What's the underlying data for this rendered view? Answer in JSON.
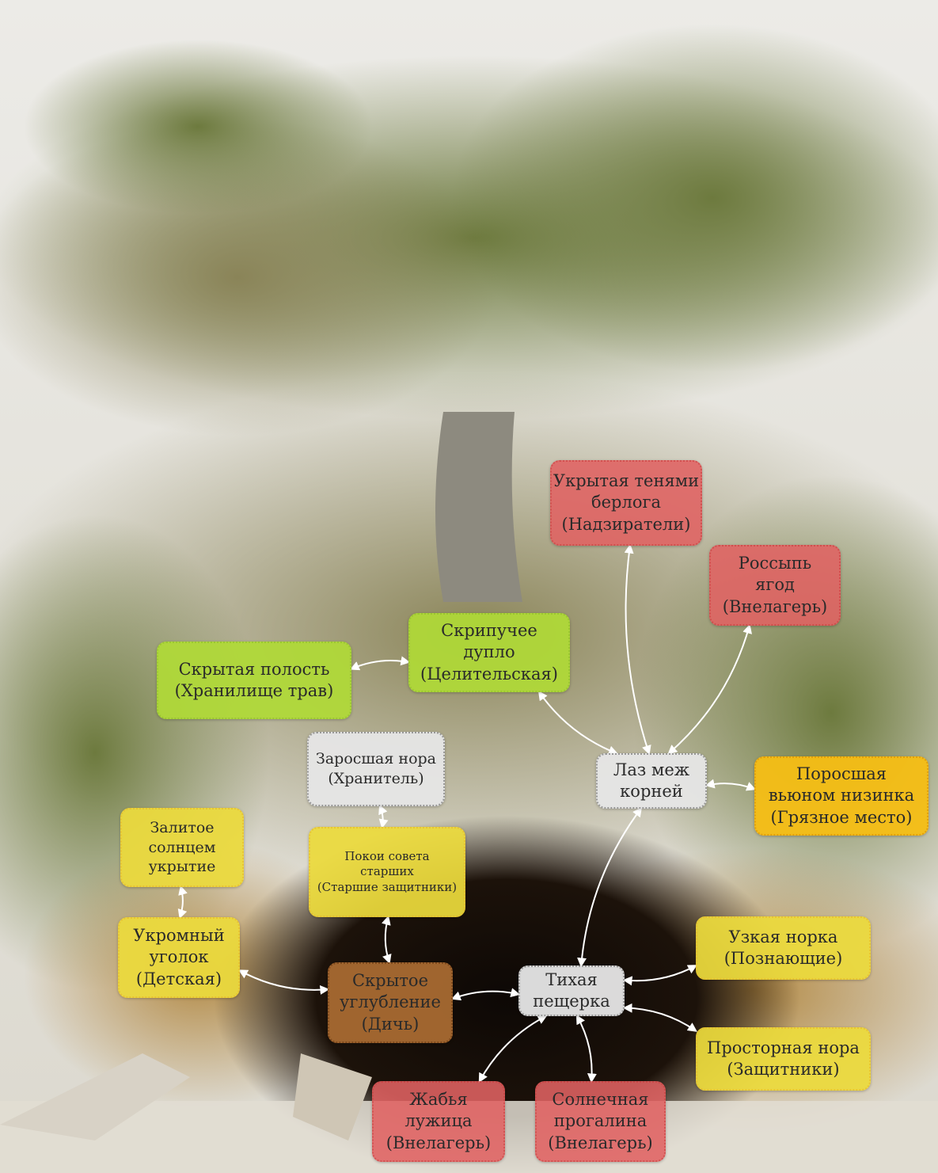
{
  "colors": {
    "outsider": "#e06262",
    "healer": "#b0da36",
    "neutral": "#e6e6e6",
    "dirty": "#f6be14",
    "camp": "#ecda3c",
    "prey": "#a86a32",
    "arrow": "#ffffff"
  },
  "nodes": {
    "shadow_den": {
      "text": "Укрытая тенями\nберлога\n(Надзиратели)",
      "group": "outsider"
    },
    "berry_scatter": {
      "text": "Россыпь\nягод\n(Внелагерь)",
      "group": "outsider"
    },
    "hidden_cavity": {
      "text": "Скрытая полость\n(Хранилище трав)",
      "group": "healer"
    },
    "creaky_hollow": {
      "text": "Скрипучее\nдупло\n(Целительская)",
      "group": "healer"
    },
    "overgrown_burrow": {
      "text": "Заросшая нора\n(Хранитель)",
      "group": "neutral"
    },
    "root_passage": {
      "text": "Лаз меж\nкорней",
      "group": "neutral"
    },
    "vine_lowland": {
      "text": "Поросшая\nвьюном низинка\n(Грязное место)",
      "group": "dirty"
    },
    "sunlit_shelter": {
      "text": "Залитое\nсолнцем\nукрытие",
      "group": "camp"
    },
    "elders_chamber": {
      "text": "Покои совета\nстарших\n(Старшие защитники)",
      "group": "camp"
    },
    "secluded_corner": {
      "text": "Укромный\nуголок\n(Детская)",
      "group": "camp"
    },
    "hidden_hollow": {
      "text": "Скрытое\nуглубление\n(Дичь)",
      "group": "prey"
    },
    "quiet_cave": {
      "text": "Тихая\nпещерка",
      "group": "neutral"
    },
    "narrow_burrow": {
      "text": "Узкая норка\n(Познающие)",
      "group": "camp"
    },
    "spacious_burrow": {
      "text": "Просторная нора\n(Защитники)",
      "group": "camp"
    },
    "frog_puddle": {
      "text": "Жабья\nлужица\n(Внелагерь)",
      "group": "outsider"
    },
    "sunny_glade": {
      "text": "Солнечная\nпрогалина\n(Внелагерь)",
      "group": "outsider"
    }
  },
  "edges": [
    {
      "from": "hidden_cavity",
      "to": "creaky_hollow",
      "type": "both"
    },
    {
      "from": "creaky_hollow",
      "to": "root_passage",
      "type": "both"
    },
    {
      "from": "root_passage",
      "to": "shadow_den",
      "type": "both"
    },
    {
      "from": "root_passage",
      "to": "berry_scatter",
      "type": "both"
    },
    {
      "from": "root_passage",
      "to": "vine_lowland",
      "type": "both"
    },
    {
      "from": "root_passage",
      "to": "quiet_cave",
      "type": "both"
    },
    {
      "from": "overgrown_burrow",
      "to": "elders_chamber",
      "type": "both"
    },
    {
      "from": "elders_chamber",
      "to": "hidden_hollow",
      "type": "both"
    },
    {
      "from": "sunlit_shelter",
      "to": "secluded_corner",
      "type": "both"
    },
    {
      "from": "secluded_corner",
      "to": "hidden_hollow",
      "type": "both"
    },
    {
      "from": "hidden_hollow",
      "to": "quiet_cave",
      "type": "both"
    },
    {
      "from": "quiet_cave",
      "to": "narrow_burrow",
      "type": "both"
    },
    {
      "from": "quiet_cave",
      "to": "spacious_burrow",
      "type": "both"
    },
    {
      "from": "quiet_cave",
      "to": "frog_puddle",
      "type": "both"
    },
    {
      "from": "quiet_cave",
      "to": "sunny_glade",
      "type": "both"
    }
  ]
}
